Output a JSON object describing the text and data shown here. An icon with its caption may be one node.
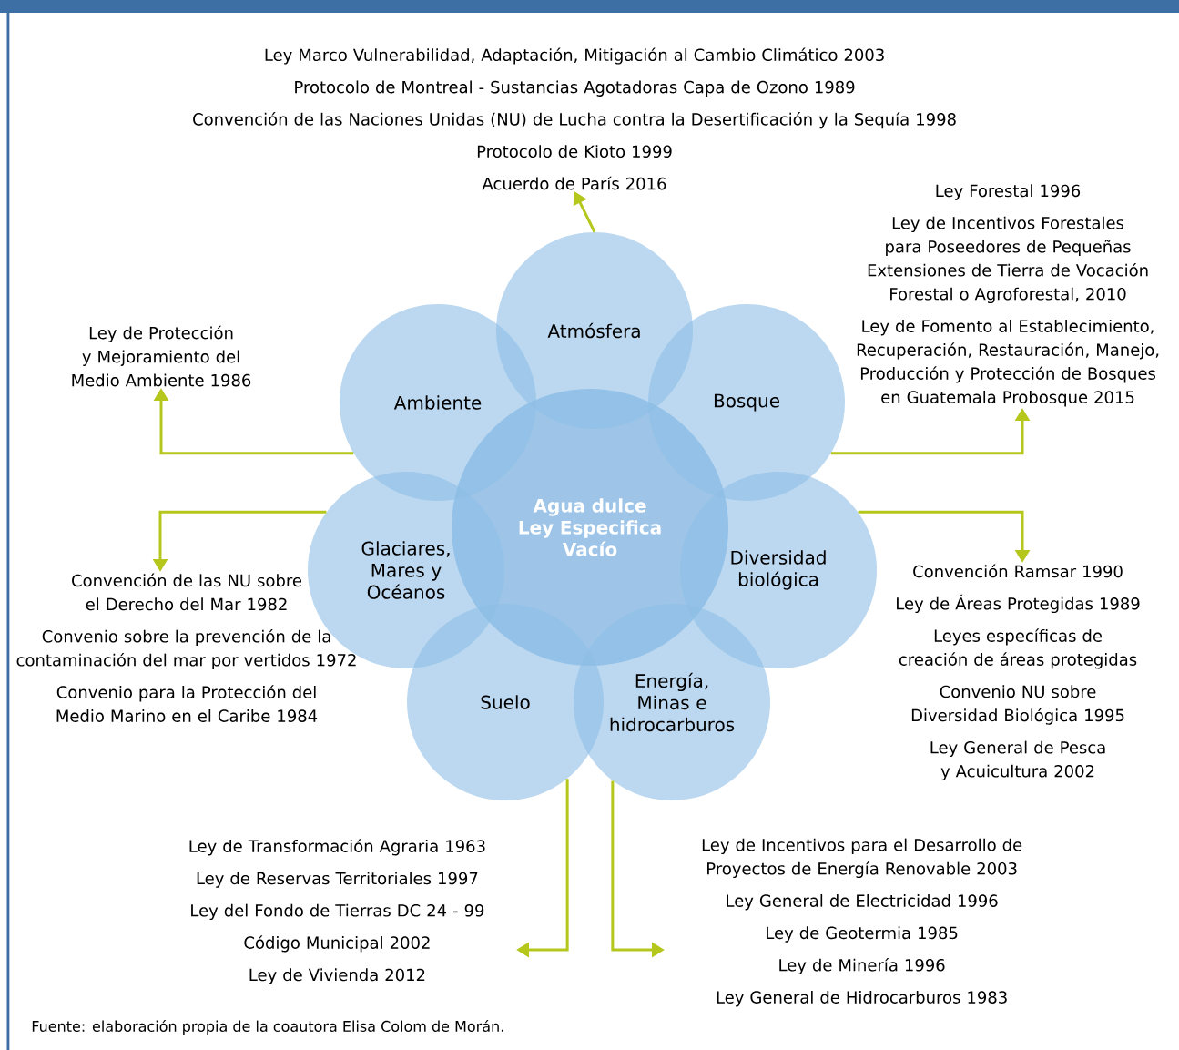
{
  "diagram": {
    "caption": "Fuente: elaboración propia de la coautora Elisa Colom de Morán.",
    "nodes": [
      {
        "text": [
          "Agua dulce",
          "Ley Especifica",
          "Vacío"
        ]
      },
      {
        "text": [
          "Atmósfera"
        ]
      },
      {
        "text": [
          "Ambiente"
        ]
      },
      {
        "text": [
          "Bosque"
        ]
      },
      {
        "text": [
          "Glaciares, Mares y Océanos"
        ]
      },
      {
        "text": [
          "Diversidad biológica"
        ]
      },
      {
        "text": [
          "Suelo"
        ]
      },
      {
        "text": [
          "Energía, Minas e hidrocarburos"
        ]
      },
      {
        "text": [
          "Ley Marco Vulnerabilidad, Adaptación, Mitigación al Cambio Climático 2003",
          "Protocolo de Montreal - Sustancias Agotadoras Capa de Ozono 1989",
          "Convención de las Naciones Unidas (NU) de Lucha contra la Desertificación y la Sequía 1998",
          "Protocolo de Kioto 1999",
          "Acuerdo de París 2016"
        ]
      },
      {
        "text": [
          "Ley de Protección y Mejoramiento del Medio Ambiente 1986"
        ]
      },
      {
        "text": [
          "Ley Forestal 1996",
          "Ley de Incentivos Forestales para Poseedores de Pequeñas Extensiones de Tierra de Vocación Forestal o Agroforestal, 2010",
          "Ley de Fomento al Establecimiento, Recuperación, Restauración, Manejo, Producción y Protección de Bosques en Guatemala Probosque 2015"
        ]
      },
      {
        "text": [
          "Convención de las NU sobre el Derecho del Mar 1982",
          "Convenio sobre la prevención de la contaminación del mar por vertidos 1972",
          "Convenio para la Protección del Medio Marino en el Caribe 1984"
        ]
      },
      {
        "text": [
          "Convención Ramsar 1990",
          "Ley de Áreas Protegidas 1989",
          "Leyes específicas de creación de áreas protegidas",
          "Convenio NU sobre Diversidad Biológica 1995",
          "Ley General de Pesca y Acuicultura 2002"
        ]
      },
      {
        "text": [
          "Ley de Transformación Agraria 1963",
          "Ley de Reservas Territoriales 1997",
          "Ley del Fondo de Tierras DC 24 - 99",
          "Código Municipal 2002",
          "Ley de Vivienda 2012"
        ]
      },
      {
        "text": [
          "Ley de Incentivos para el Desarrollo de Proyectos de Energía Renovable 2003",
          "Ley General de Electricidad 1996",
          "Ley de Geotermia 1985",
          "Ley de Minería 1996",
          "Ley General de Hidrocarburos 1983"
        ]
      }
    ],
    "edges": [
      {
        "from": 1,
        "to": 8,
        "arrow": "to"
      },
      {
        "from": 2,
        "to": 9,
        "arrow": "to"
      },
      {
        "from": 3,
        "to": 10,
        "arrow": "to"
      },
      {
        "from": 4,
        "to": 11,
        "arrow": "to"
      },
      {
        "from": 5,
        "to": 12,
        "arrow": "to"
      },
      {
        "from": 6,
        "to": 13,
        "arrow": "to"
      },
      {
        "from": 7,
        "to": 14,
        "arrow": "to"
      }
    ]
  }
}
